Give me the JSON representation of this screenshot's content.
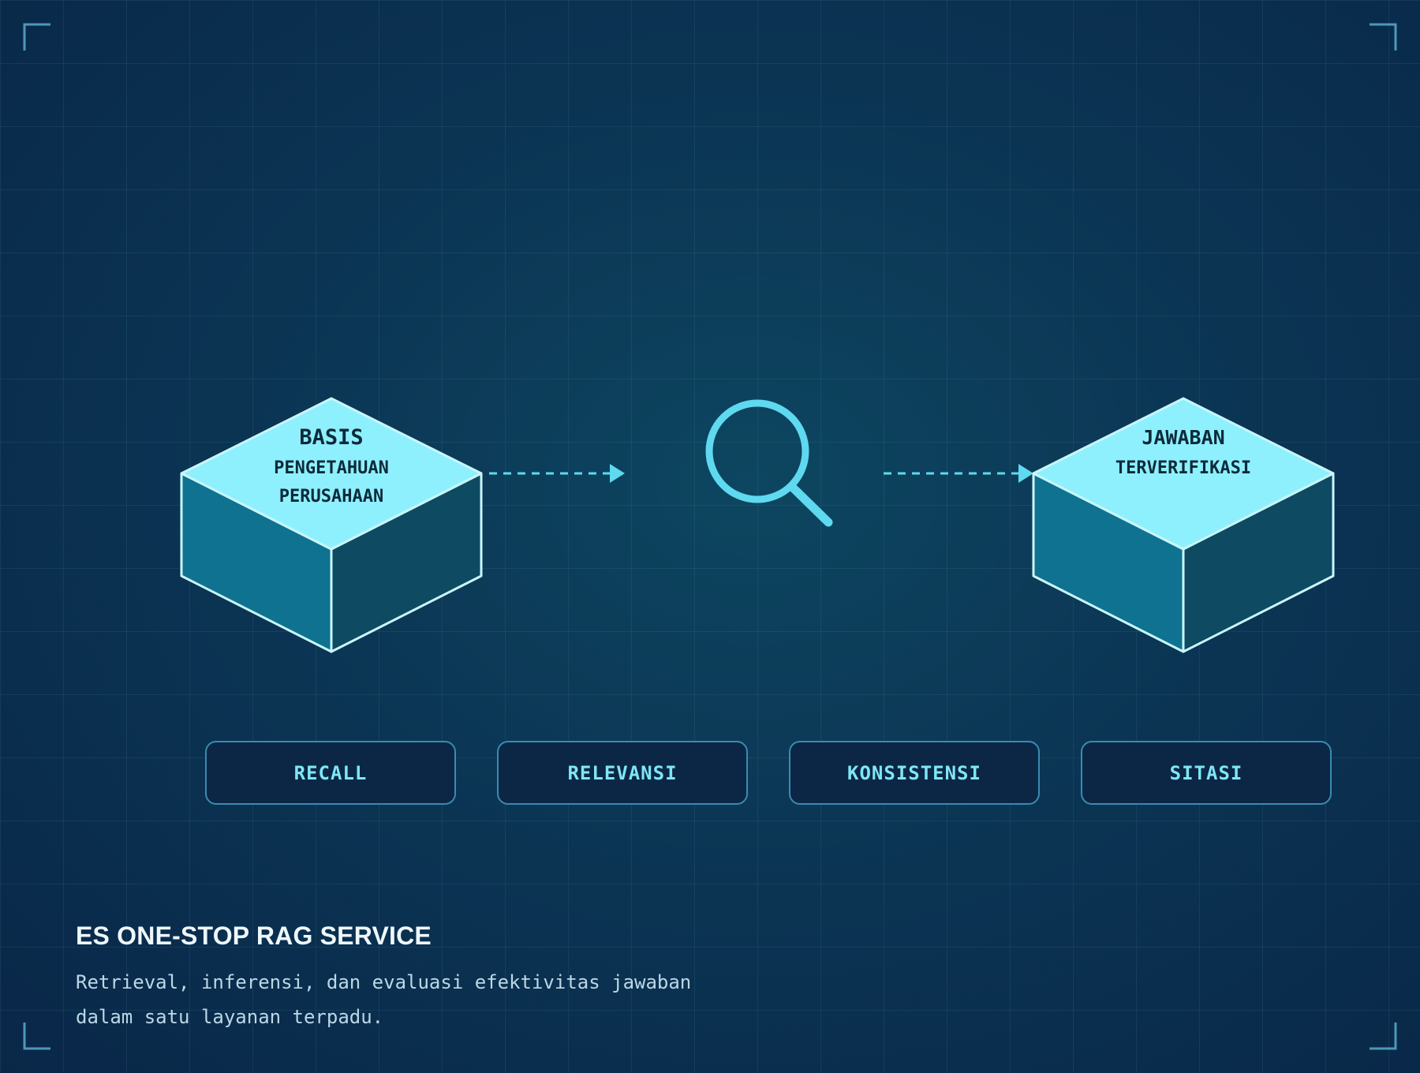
{
  "diagram": {
    "source": {
      "line1": "BASIS",
      "line2": "PENGETAHUAN",
      "line3": "PERUSAHAAN"
    },
    "target": {
      "line1": "JAWABAN",
      "line2": "TERVERIFIKASI"
    },
    "process_icon": "search-icon"
  },
  "metrics": [
    "RECALL",
    "RELEVANSI",
    "KONSISTENSI",
    "SITASI"
  ],
  "footer": {
    "title": "ES ONE-STOP RAG SERVICE",
    "description": "Retrieval, inferensi, dan evaluasi efektivitas jawaban\ndalam satu layanan terpadu."
  },
  "colors": {
    "cube_top": "#8ef0fd",
    "cube_left": "#0f7290",
    "cube_right": "#0e4a62",
    "cube_stroke": "#c9f6fb",
    "accent": "#5ed9f0",
    "label_text": "#0c2a3a"
  }
}
